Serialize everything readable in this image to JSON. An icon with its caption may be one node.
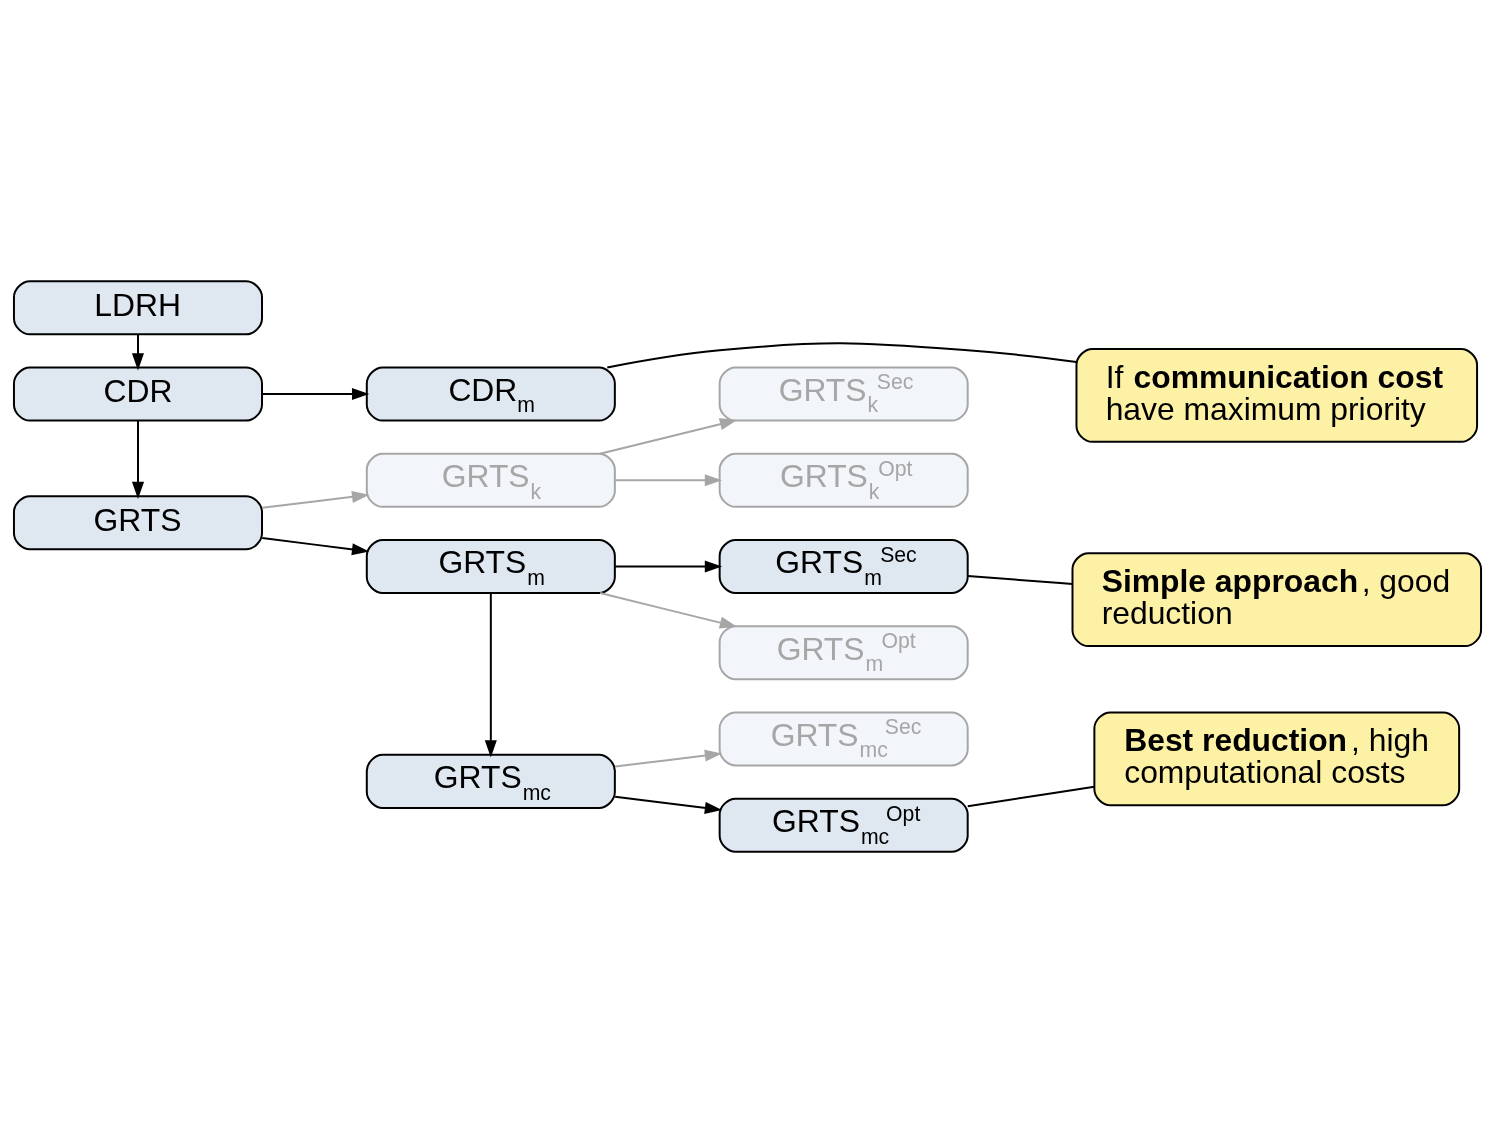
{
  "diagram": {
    "nodes": [
      {
        "text": [
          "LDRH"
        ]
      },
      {
        "text": [
          "CDR"
        ]
      },
      {
        "text": [
          "CDR$_{m}$"
        ]
      },
      {
        "text": [
          "If **communication cost** have maximum priority"
        ]
      },
      {
        "text": [
          "GRTS"
        ]
      },
      {
        "text": [
          "GRTS$_{k}$"
        ]
      },
      {
        "text": [
          "GRTS$_{k}$$^{Sec}$"
        ]
      },
      {
        "text": [
          "GRTS$_{k}$$^{Opt}$"
        ]
      },
      {
        "text": [
          "GRTS$_{m}$"
        ]
      },
      {
        "text": [
          "GRTS$_{m}$$^{Sec}$"
        ]
      },
      {
        "text": [
          "**Simple approach**, good reduction"
        ]
      },
      {
        "text": [
          "GRTS$_{m}$$^{Opt}$"
        ]
      },
      {
        "text": [
          "GRTS$_{mc}$"
        ]
      },
      {
        "text": [
          "GRTS$_{mc}$$^{Sec}$"
        ]
      },
      {
        "text": [
          "GRTS$_{mc}$$^{Opt}$"
        ]
      },
      {
        "text": [
          "**Best reduction**, high computational costs"
        ]
      }
    ],
    "edges": [
      {
        "from": 0,
        "to": 1,
        "arrow": "to"
      },
      {
        "from": 1,
        "to": 2,
        "arrow": "to"
      },
      {
        "from": 3,
        "to": 2,
        "arrow": "none"
      },
      {
        "from": 1,
        "to": 4,
        "arrow": "to"
      },
      {
        "from": 4,
        "to": 5,
        "arrow": "to",
        "color": "#a6a6a6"
      },
      {
        "from": 5,
        "to": 6,
        "arrow": "to",
        "color": "#a6a6a6"
      },
      {
        "from": 5,
        "to": 7,
        "arrow": "to",
        "color": "#a6a6a6"
      },
      {
        "from": 4,
        "to": 8,
        "arrow": "to"
      },
      {
        "from": 8,
        "to": 9,
        "arrow": "to"
      },
      {
        "from": 10,
        "to": 9,
        "arrow": "none"
      },
      {
        "from": 8,
        "to": 11,
        "arrow": "to",
        "color": "#a6a6a6"
      },
      {
        "from": 8,
        "to": 12,
        "arrow": "to"
      },
      {
        "from": 12,
        "to": 13,
        "arrow": "to",
        "color": "#a6a6a6"
      },
      {
        "from": 12,
        "to": 14,
        "arrow": "to"
      },
      {
        "from": 15,
        "to": 14,
        "arrow": "none"
      }
    ]
  }
}
